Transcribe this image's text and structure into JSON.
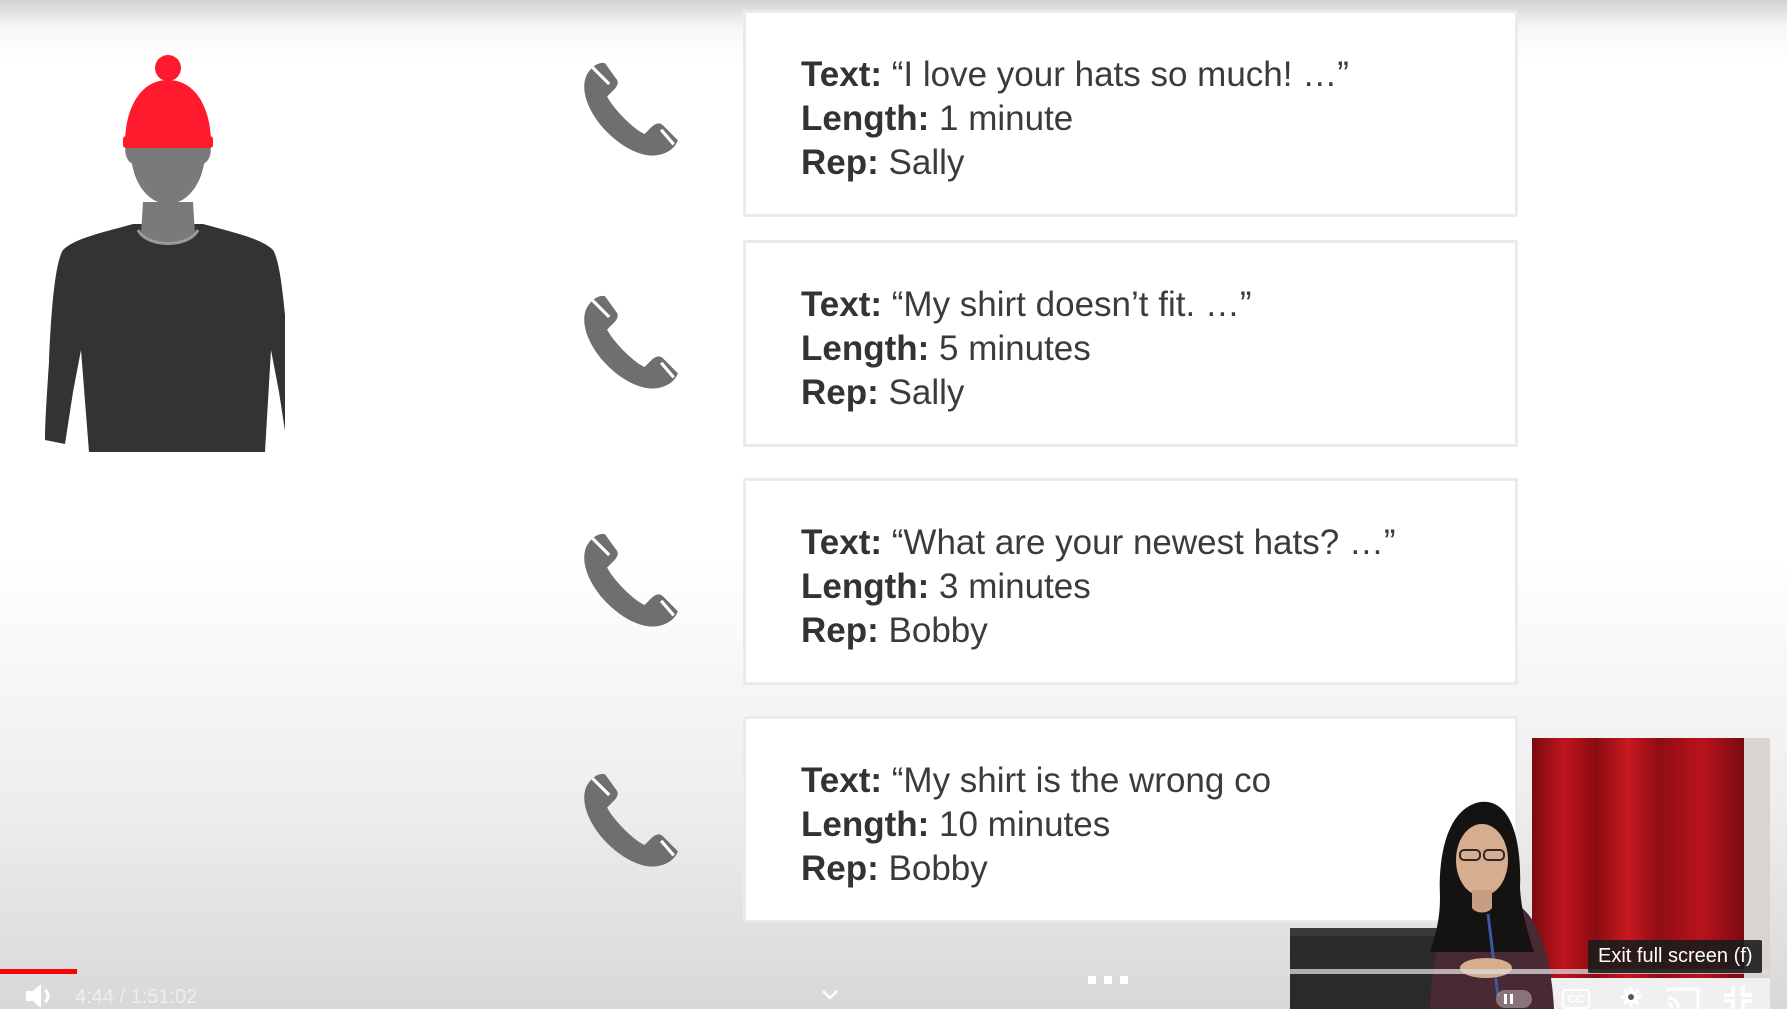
{
  "slide": {
    "calls": [
      {
        "text_label": "Text:",
        "text_value": " “I love your hats so much! …”",
        "length_label": "Length:",
        "length_value": " 1 minute",
        "rep_label": "Rep:",
        "rep_value": " Sally"
      },
      {
        "text_label": "Text:",
        "text_value": " “My shirt doesn’t fit. …”",
        "length_label": "Length:",
        "length_value": " 5 minutes",
        "rep_label": "Rep:",
        "rep_value": " Sally"
      },
      {
        "text_label": "Text:",
        "text_value": " “What are your newest hats? …”",
        "length_label": "Length:",
        "length_value": " 3 minutes",
        "rep_label": "Rep:",
        "rep_value": " Bobby"
      },
      {
        "text_label": "Text:",
        "text_value": " “My shirt is the wrong co",
        "length_label": "Length:",
        "length_value": " 10 minutes",
        "rep_label": "Rep:",
        "rep_value": " Bobby"
      }
    ],
    "colors": {
      "hat": "#ff1a2e",
      "body": "#333334",
      "head": "#7a7a7a",
      "phone": "#6f6f6f"
    },
    "icons": {
      "customer": "customer-icon",
      "phone": "phone-icon"
    }
  },
  "player": {
    "time_display": "4:44 / 1:51:02",
    "progress_fraction": 0.043,
    "tooltip": "Exit full screen (f)",
    "icons": [
      "volume-icon",
      "chevron-down-icon",
      "more-icon",
      "pause-icon",
      "captions-icon",
      "settings-icon",
      "cast-icon",
      "exit-fullscreen-icon"
    ],
    "captions_label": "CC",
    "colors": {
      "progress": "#ff0000",
      "controls": "#ffffff"
    }
  }
}
